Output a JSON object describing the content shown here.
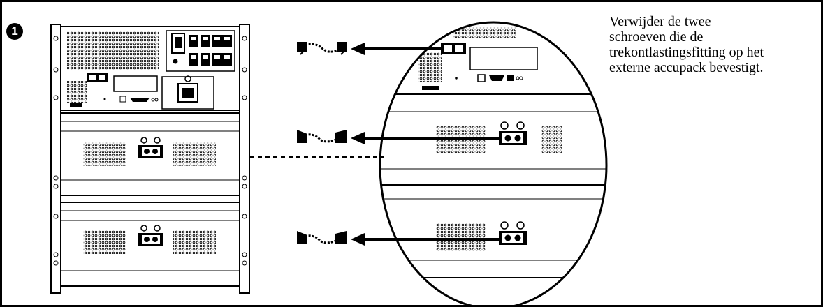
{
  "step": {
    "number": "1"
  },
  "instruction": {
    "text": "Verwijder de twee\nschroeven die de\ntrekontlastingsfitting op het\nexterne accupack bevestigt."
  },
  "colors": {
    "ink": "#000000",
    "paper": "#ffffff"
  },
  "icons": [
    "step-number-badge",
    "arrow-left-icon",
    "cable-bracket-icon",
    "battery-connector-icon",
    "vent-grille",
    "screw-hole"
  ]
}
